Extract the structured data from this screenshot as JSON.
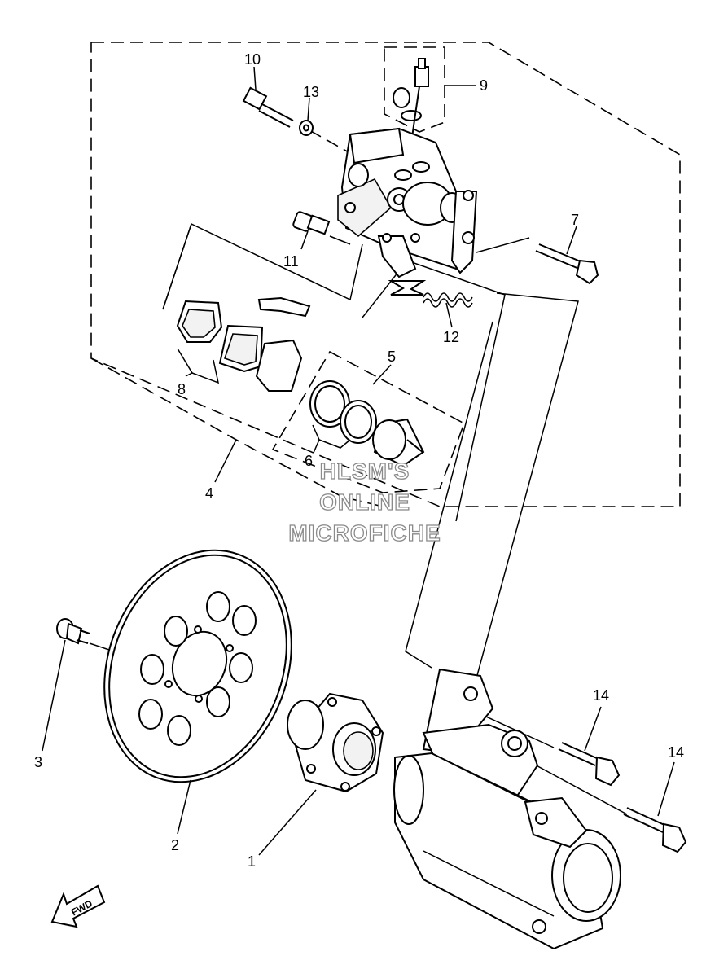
{
  "callouts": [
    {
      "id": "1",
      "label": "1"
    },
    {
      "id": "2",
      "label": "2"
    },
    {
      "id": "3",
      "label": "3"
    },
    {
      "id": "4",
      "label": "4"
    },
    {
      "id": "5",
      "label": "5"
    },
    {
      "id": "6",
      "label": "6"
    },
    {
      "id": "7",
      "label": "7"
    },
    {
      "id": "8",
      "label": "8"
    },
    {
      "id": "9",
      "label": "9"
    },
    {
      "id": "10",
      "label": "10"
    },
    {
      "id": "11",
      "label": "11"
    },
    {
      "id": "12",
      "label": "12"
    },
    {
      "id": "13",
      "label": "13"
    },
    {
      "id": "14a",
      "label": "14"
    },
    {
      "id": "14b",
      "label": "14"
    }
  ],
  "watermark": {
    "line1": "HLSM'S",
    "line2": "ONLINE",
    "line3": "MICROFICHE"
  },
  "fwd_arrow": {
    "label": "FWD"
  }
}
